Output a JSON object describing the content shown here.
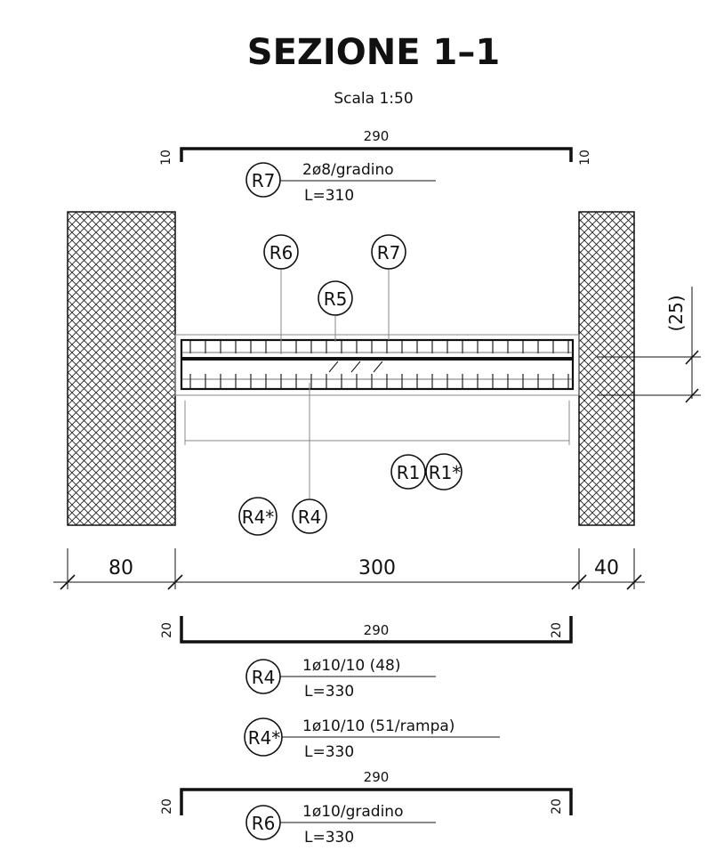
{
  "title": "SEZIONE 1–1",
  "scale": "Scala 1:50",
  "bars": {
    "top_bar": {
      "length_label": "290",
      "left_hook": "10",
      "right_hook": "10"
    },
    "r4_bar": {
      "length_label": "290",
      "left_hook": "20",
      "right_hook": "20"
    },
    "r6_bar": {
      "length_label": "290",
      "left_hook": "20",
      "right_hook": "20"
    }
  },
  "rebar_tags": {
    "r7": {
      "id": "R7",
      "spec": "2ø8/gradino",
      "length": "L=310"
    },
    "r4": {
      "id": "R4",
      "spec": "1ø10/10  (48)",
      "length": "L=330"
    },
    "r4star": {
      "id": "R4*",
      "spec": "1ø10/10  (51/rampa)",
      "length": "L=330"
    },
    "r6": {
      "id": "R6",
      "spec": "1ø10/gradino",
      "length": "L=330"
    }
  },
  "callouts": {
    "r6": "R6",
    "r7": "R7",
    "r5": "R5",
    "r1": "R1",
    "r1star": "R1*",
    "r4star": "R4*",
    "r4": "R4"
  },
  "thickness_dim": "(25)",
  "dimensions": {
    "left_wall": "80",
    "span": "300",
    "right_wall": "40"
  }
}
